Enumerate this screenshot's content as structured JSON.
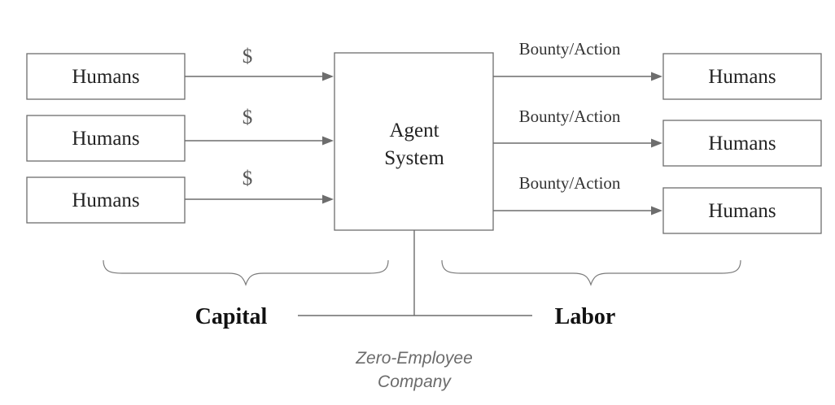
{
  "diagram": {
    "capital_sources": [
      {
        "label": "Humans",
        "flow": "$"
      },
      {
        "label": "Humans",
        "flow": "$"
      },
      {
        "label": "Humans",
        "flow": "$"
      }
    ],
    "agent": {
      "line1": "Agent",
      "line2": "System"
    },
    "labor_targets": [
      {
        "label": "Humans",
        "flow": "Bounty/Action"
      },
      {
        "label": "Humans",
        "flow": "Bounty/Action"
      },
      {
        "label": "Humans",
        "flow": "Bounty/Action"
      }
    ],
    "capital_label": "Capital",
    "labor_label": "Labor",
    "company": {
      "line1": "Zero-Employee",
      "line2": "Company"
    }
  }
}
